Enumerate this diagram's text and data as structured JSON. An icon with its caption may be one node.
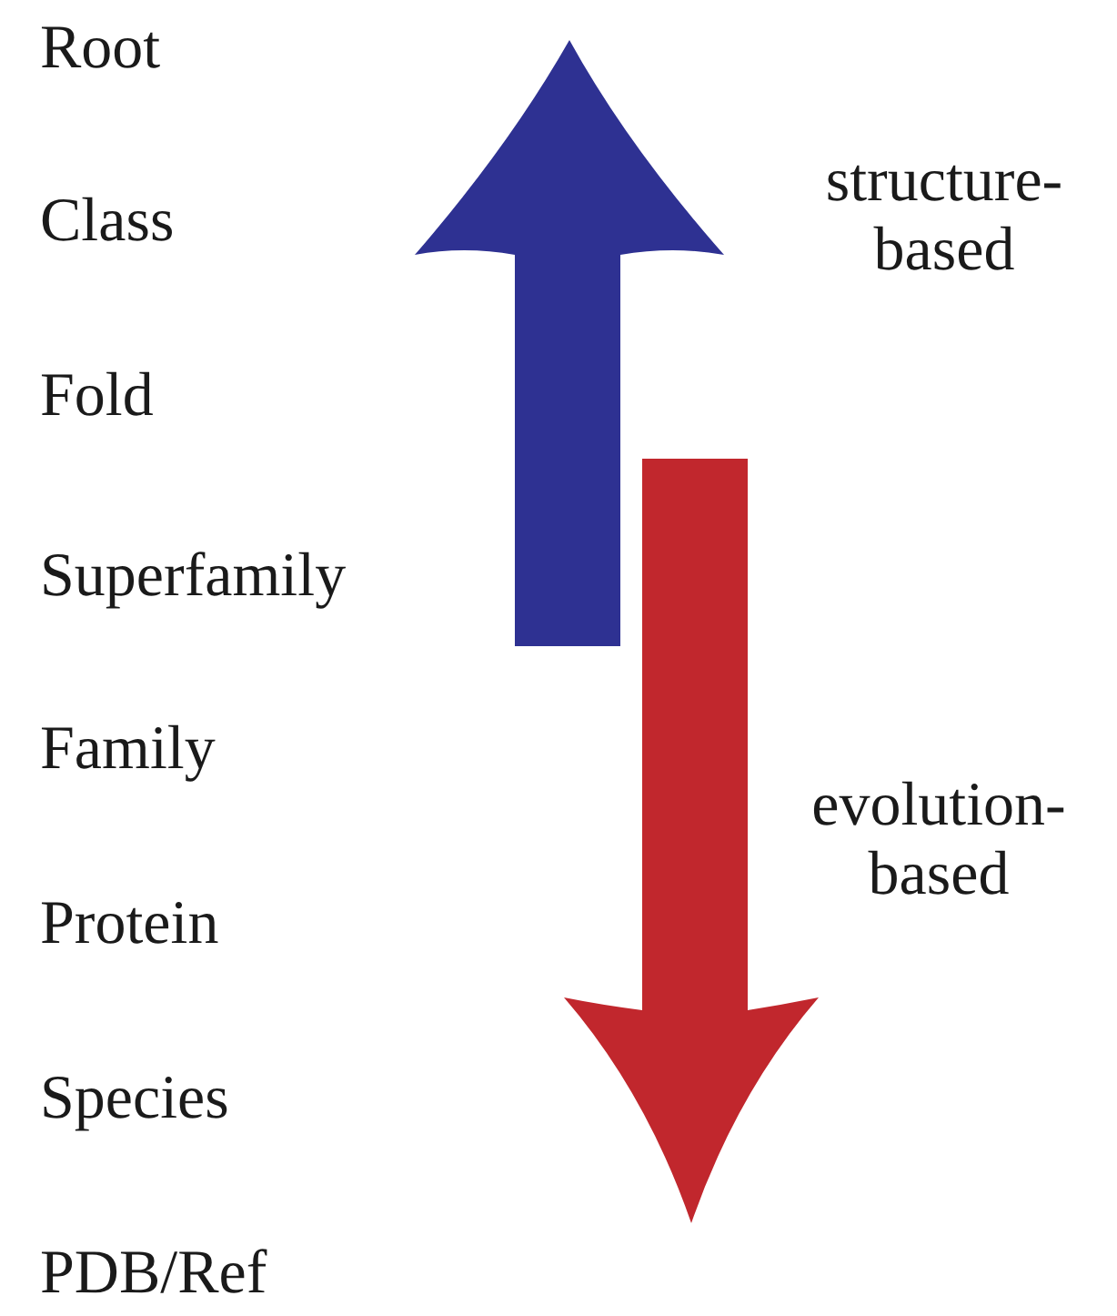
{
  "diagram": {
    "labels": [
      "Root",
      "Class",
      "structure-based",
      "Fold",
      "Superfamily",
      "Family",
      "evolution-based",
      "Protein",
      "Species",
      "PDB/Ref"
    ]
  }
}
